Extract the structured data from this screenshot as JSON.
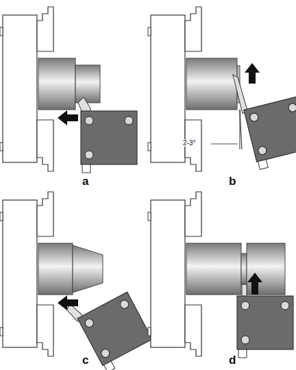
{
  "diagram": {
    "labels": [
      "a",
      "2-3°",
      "b",
      "c",
      "d"
    ]
  }
}
